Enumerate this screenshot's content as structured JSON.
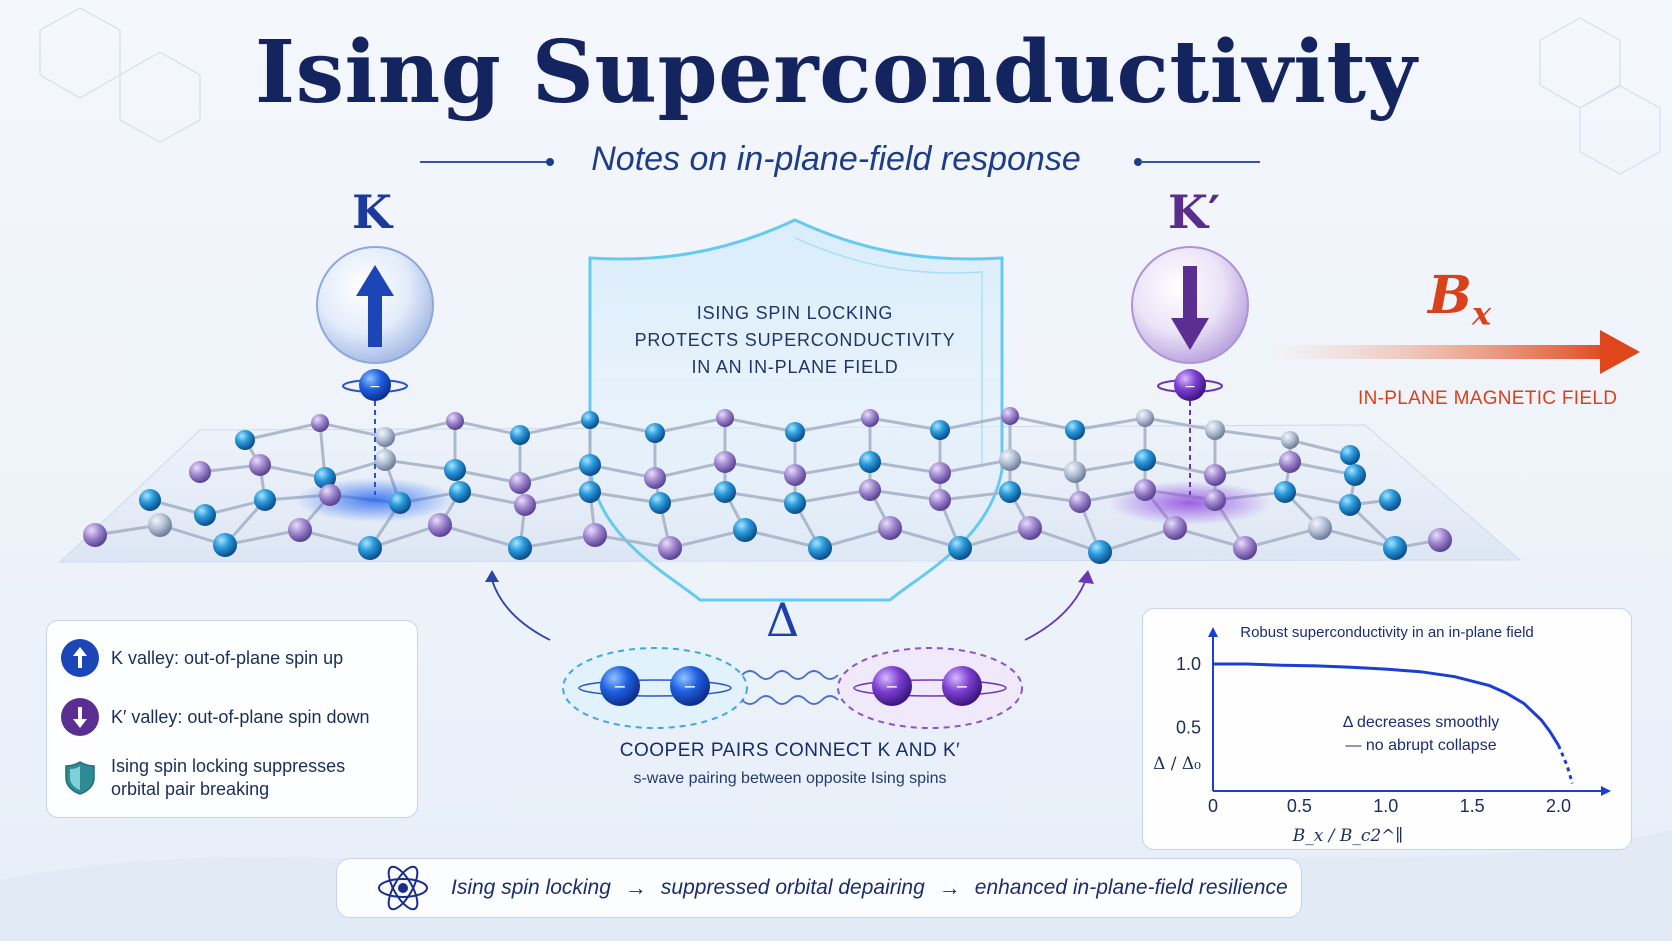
{
  "title": "Ising Superconductivity",
  "subtitle": "Notes on in-plane-field response",
  "valleys": {
    "k_label": "K",
    "kprime_label": "K′"
  },
  "field": {
    "symbol": "B",
    "subscript": "x",
    "caption": "IN-PLANE MAGNETIC FIELD"
  },
  "shield": {
    "lines": [
      "ISING SPIN LOCKING",
      "PROTECTS SUPERCONDUCTIVITY",
      "IN AN IN-PLANE FIELD"
    ]
  },
  "pairing": {
    "delta_symbol": "Δ",
    "electron_sign": "−",
    "caption": "COOPER PAIRS CONNECT K AND K′",
    "subcaption": "s-wave pairing between opposite Ising spins"
  },
  "legend": {
    "items": [
      {
        "text": "K valley: out-of-plane spin up",
        "icon": "spin-up-arrow-icon",
        "color": "#1c45b8"
      },
      {
        "text": "K′ valley: out-of-plane spin down",
        "icon": "spin-down-arrow-icon",
        "color": "#5b2e91"
      },
      {
        "text": "Ising spin locking suppresses orbital pair breaking",
        "icon": "shield-icon",
        "color": "#1f6f78"
      }
    ]
  },
  "chart_data": {
    "type": "line",
    "title": "Robust superconductivity in an in-plane field",
    "xlabel": "B_x / B_c2^∥",
    "ylabel": "Δ / Δ₀",
    "x_ticks": [
      "0",
      "0.5",
      "1.0",
      "1.5",
      "2.0"
    ],
    "y_ticks": [
      "0.5",
      "1.0"
    ],
    "xlim": [
      0,
      2.2
    ],
    "ylim": [
      0,
      1.15
    ],
    "annotation": [
      "Δ decreases smoothly",
      "— no abrupt collapse"
    ],
    "series": [
      {
        "x": [
          0,
          0.2,
          0.4,
          0.6,
          0.8,
          1.0,
          1.2,
          1.4,
          1.6,
          1.7,
          1.8,
          1.9,
          1.95,
          2.0,
          2.05,
          2.08
        ],
        "y": [
          1.0,
          1.0,
          0.99,
          0.985,
          0.975,
          0.96,
          0.94,
          0.9,
          0.83,
          0.77,
          0.69,
          0.56,
          0.47,
          0.36,
          0.2,
          0.06
        ]
      }
    ],
    "dashed_segment_from_x": 2.0
  },
  "flow": {
    "icon": "atom-icon",
    "steps": [
      "Ising spin locking",
      "suppressed orbital depairing",
      "enhanced in-plane-field resilience"
    ],
    "arrow": "→"
  },
  "colors": {
    "navy": "#13245e",
    "k_blue": "#1c45b8",
    "kprime_purple": "#5b2e91",
    "field_orange": "#d8411a",
    "curve_blue": "#1b3fd4"
  }
}
